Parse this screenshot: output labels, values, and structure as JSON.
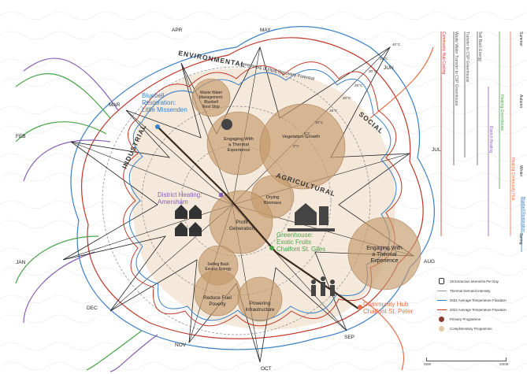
{
  "months": [
    {
      "key": "may",
      "label": "MAY"
    },
    {
      "key": "apr",
      "label": "APR"
    },
    {
      "key": "mar",
      "label": "MAR"
    },
    {
      "key": "feb",
      "label": "FEB"
    },
    {
      "key": "jan",
      "label": "JAN"
    },
    {
      "key": "dec",
      "label": "DEC"
    },
    {
      "key": "nov",
      "label": "NOV"
    },
    {
      "key": "oct",
      "label": "OCT"
    },
    {
      "key": "sep",
      "label": "SEP"
    },
    {
      "key": "aug",
      "label": "AUG"
    },
    {
      "key": "jul",
      "label": "JUL"
    },
    {
      "key": "jun",
      "label": "JUN"
    }
  ],
  "sectors": {
    "environmental": "ENVIRONMENTAL",
    "social": "SOCIAL",
    "industrial": "INDUSTRIAL",
    "agricultural": "AGRICULTURAL"
  },
  "temperature_ticks": [
    "40°C",
    "35°C",
    "30°C",
    "25°C",
    "20°C",
    "15°C",
    "10°C",
    "5°C",
    "0°C"
  ],
  "sites": {
    "bluebell": {
      "line1": "Bluebell",
      "line2": "Restoration:",
      "line3": "Little Missenden",
      "color": "#3b7fc4"
    },
    "district": {
      "line1": "District Heating:",
      "line2": "Amersham",
      "color": "#8a5fb0"
    },
    "greenhouse": {
      "line1": "Greenhouse:",
      "line2": "Exotic Fruits",
      "line3": "Chalfont St. Giles",
      "color": "#4aa34a"
    },
    "community": {
      "line1": "Community Hub",
      "line2": "Chalfont St. Peter",
      "color": "#e8704a"
    }
  },
  "circles": {
    "waste_water": [
      "Waste Water",
      "Management:",
      "Bluebell",
      "Rest Stop"
    ],
    "thermal_experience": [
      "Engaging With",
      "a Thermal",
      "Experience"
    ],
    "vegetation": [
      "Vegetation Growth"
    ],
    "drying": [
      "Drying",
      "Biomass"
    ],
    "profit": [
      "Profit",
      "Generation"
    ],
    "selling": [
      "Selling Back",
      "Excess Energy"
    ],
    "reduce": [
      "Reduce Fuel",
      "Poverty"
    ],
    "powering": [
      "Powering",
      "Infrastructure"
    ],
    "thermal_experience_2": [
      "Engaging With",
      "a Thermal",
      "Experience"
    ]
  },
  "curve_label": "Awareness of Heat Recovery Potential",
  "seasons": {
    "summer": "Summer",
    "autumn": "Autumn",
    "winter": "Winter",
    "spring": "Spring"
  },
  "season_lines": [
    {
      "label": "Community Hub Cooling",
      "color": "#d9534f"
    },
    {
      "label": "Waste Water Transfer to CSP Greenhouse",
      "color": "#555555"
    },
    {
      "label": "Transfer to CSP Greenhouse",
      "color": "#555555"
    },
    {
      "label": "Sell Back Energy",
      "color": "#555555"
    },
    {
      "label": "District Heating",
      "color": "#8a5fb0"
    },
    {
      "label": "Heating Greenhouse",
      "color": "#4aa34a"
    },
    {
      "label": "Heating Community Hub",
      "color": "#e8704a"
    },
    {
      "label": "Bluebell Restoration",
      "color": "#3b7fc4"
    }
  ],
  "legend": [
    {
      "kind": "bus",
      "label": "18 Extraction Moments Per Day",
      "color": "#333333"
    },
    {
      "kind": "line",
      "label": "Thermal Demand Intensity",
      "color": "#999999"
    },
    {
      "kind": "line",
      "label": "2031 Average Temperature Fluxation",
      "color": "#3b7fc4"
    },
    {
      "kind": "line",
      "label": "2022 Average Temperature Fluxation",
      "color": "#c0392b"
    },
    {
      "kind": "dot",
      "label": "Primary Programme",
      "color": "#8c3b2e"
    },
    {
      "kind": "dot",
      "label": "Complimentary Programme",
      "color": "#e8c9a8"
    }
  ],
  "scale": {
    "left": "0KM",
    "right": "20KM"
  },
  "colors": {
    "circle_fill": "#c49a6c",
    "blob_fill": "#f1e1cf",
    "spoke": "#222222",
    "main_path": "#3a2a1e"
  }
}
